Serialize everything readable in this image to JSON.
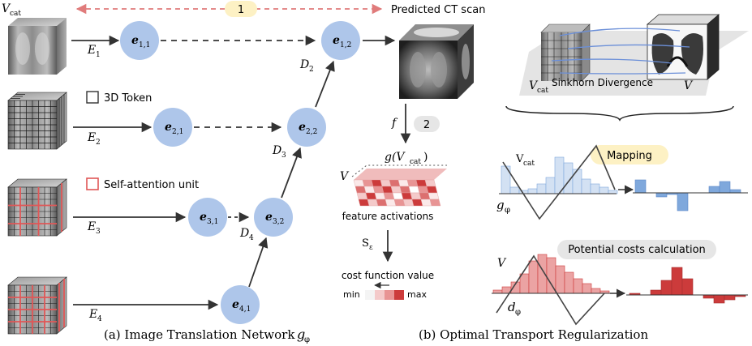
{
  "colors": {
    "node_fill": "#aec6ea",
    "arrow": "#333333",
    "dashed_red": "#e07b7b",
    "pill_yellow": "#fdf1c4",
    "pill_gray": "#e6e6e6",
    "token_red": "#e05757",
    "hist_blue_light": "#d3e1f3",
    "hist_blue": "#7fa8dc",
    "hist_red_light": "#eba3a3",
    "hist_red": "#cc3b3b",
    "plane_gray": "#e4e4e4"
  },
  "left": {
    "vcat_label": "V",
    "vcat_sub": "cat",
    "step1": "1",
    "predicted": "Predicted CT scan",
    "token_label": "3D Token",
    "attn_label": "Self-attention unit",
    "nodes": {
      "e11": {
        "base": "e",
        "sub": "1,1"
      },
      "e12": {
        "base": "e",
        "sub": "1,2"
      },
      "e21": {
        "base": "e",
        "sub": "2,1"
      },
      "e22": {
        "base": "e",
        "sub": "2,2"
      },
      "e31": {
        "base": "e",
        "sub": "3,1"
      },
      "e32": {
        "base": "e",
        "sub": "3,2"
      },
      "e41": {
        "base": "e",
        "sub": "4,1"
      }
    },
    "encoders": {
      "E1": {
        "base": "E",
        "sub": "1"
      },
      "E2": {
        "base": "E",
        "sub": "2"
      },
      "E3": {
        "base": "E",
        "sub": "3"
      },
      "E4": {
        "base": "E",
        "sub": "4"
      }
    },
    "decoders": {
      "D2": {
        "base": "D",
        "sub": "2"
      },
      "D3": {
        "base": "D",
        "sub": "3"
      },
      "D4": {
        "base": "D",
        "sub": "4"
      }
    },
    "caption": "(a) Image Translation Network",
    "caption_sym": "g",
    "caption_sub": "φ"
  },
  "middle": {
    "f_label": "f",
    "step2": "2",
    "g_label": "g(V",
    "g_sub": "cat",
    "g_close": ")",
    "v_label": "V",
    "feature_label": "feature activations",
    "s_label": "S",
    "s_sub": "ε",
    "cost_label": "cost function value",
    "min_label": "min",
    "max_label": "max"
  },
  "right": {
    "vcat": "V",
    "vcat_sub": "cat",
    "sinkhorn": "Sinkhorn Divergence",
    "v": "V",
    "mapping": "Mapping",
    "hist_vcat": "V",
    "hist_vcat_sub": "cat",
    "g_phi": "g",
    "g_phi_sub": "φ",
    "potential": "Potential costs calculation",
    "hist_v": "V",
    "d_phi": "d",
    "d_phi_sub": "φ",
    "caption": "(b) Optimal Transport Regularization"
  }
}
